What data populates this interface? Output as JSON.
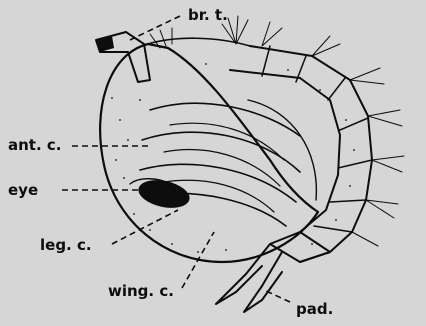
{
  "labels": {
    "breathing_trumpet": "br. t.",
    "antenna_case": "ant. c.",
    "eye": "eye",
    "leg_case": "leg. c.",
    "wing_case": "wing. c.",
    "paddle": "pad."
  },
  "colors": {
    "background": "#d6d6d6",
    "ink": "#0d0d0d"
  }
}
